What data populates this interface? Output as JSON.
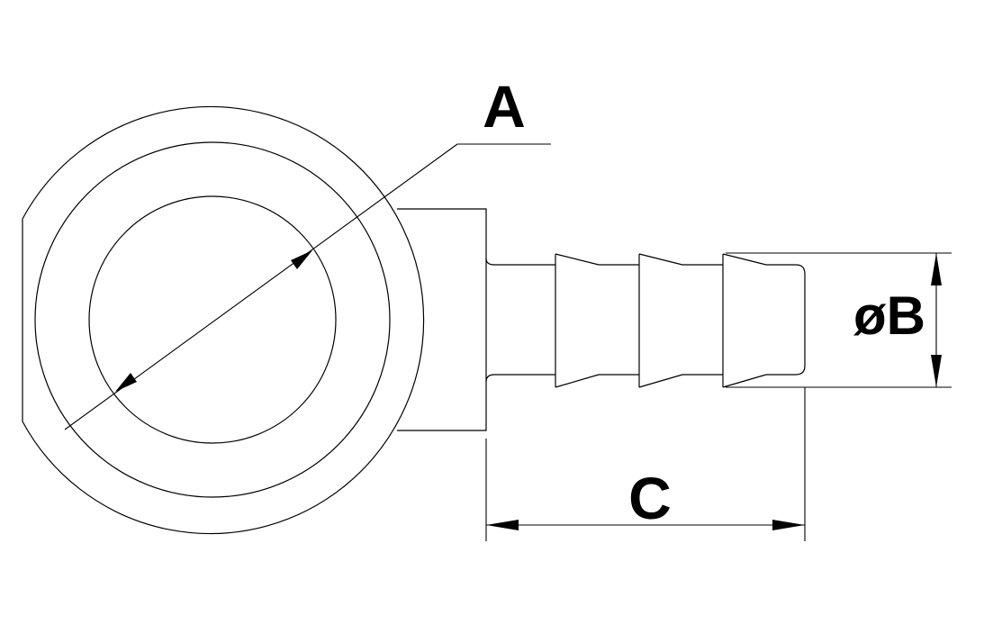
{
  "colors": {
    "line": "#000000",
    "background": "#ffffff"
  },
  "dimensions": {
    "a": {
      "label": "A"
    },
    "b": {
      "label": "øB"
    },
    "c": {
      "label": "C"
    }
  }
}
